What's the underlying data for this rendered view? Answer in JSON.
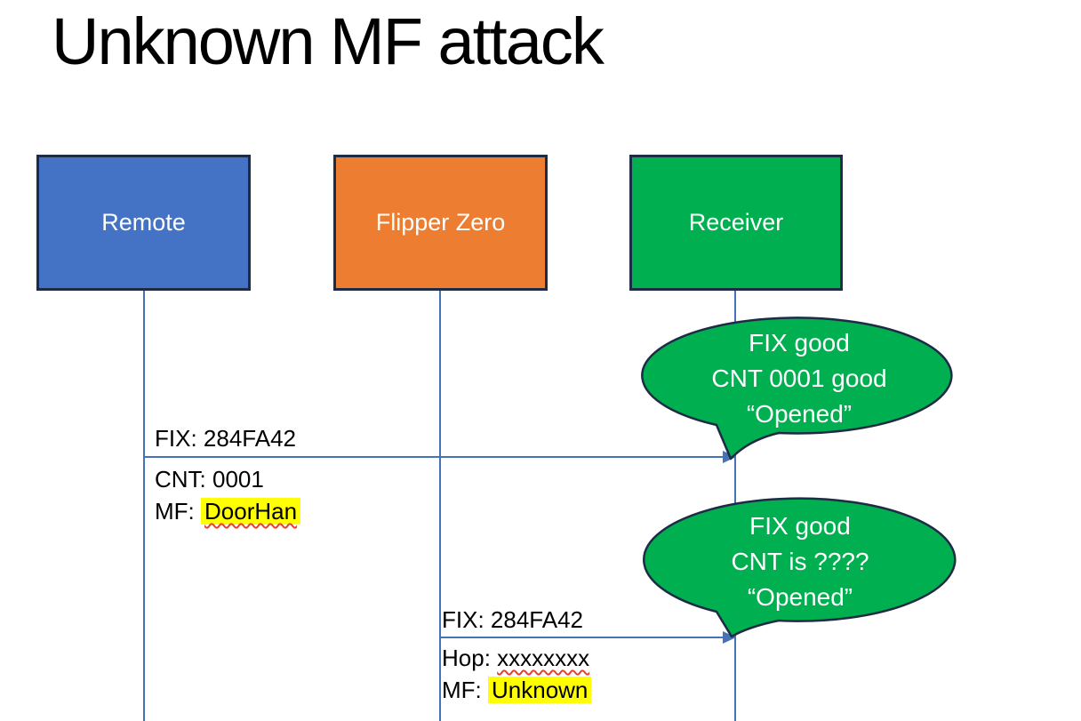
{
  "title": "Unknown MF attack",
  "actors": [
    {
      "label": "Remote",
      "color": "#4472C4"
    },
    {
      "label": "Flipper Zero",
      "color": "#ED7D31"
    },
    {
      "label": "Receiver",
      "color": "#00AF50"
    }
  ],
  "messages": [
    {
      "above": "FIX: 284FA42",
      "mid": "CNT: 0001",
      "bottom_prefix": "MF: ",
      "bottom_value": "DoorHan"
    },
    {
      "above": "FIX: 284FA42",
      "mid_prefix": "Hop: ",
      "mid_value": "xxxxxxxx",
      "bottom_prefix": "MF: ",
      "bottom_value": "Unknown"
    }
  ],
  "callouts": [
    {
      "line1": "FIX good",
      "line2": "CNT 0001 good",
      "line3": "“Opened”"
    },
    {
      "line1": "FIX good",
      "line2": "CNT is ????",
      "line3": "“Opened”"
    }
  ],
  "colors": {
    "actor_blue": "#4472C4",
    "actor_orange": "#ED7D31",
    "green": "#00AF50",
    "outline_navy": "#1E2B45",
    "connector_blue": "#4673B8",
    "highlight_yellow": "#FFFF00",
    "spellcheck_red": "#E8402A",
    "title_text": "#000000",
    "message_text": "#000000",
    "actor_label_text": "#FFFFFF",
    "callout_text": "#FFFFFF"
  }
}
